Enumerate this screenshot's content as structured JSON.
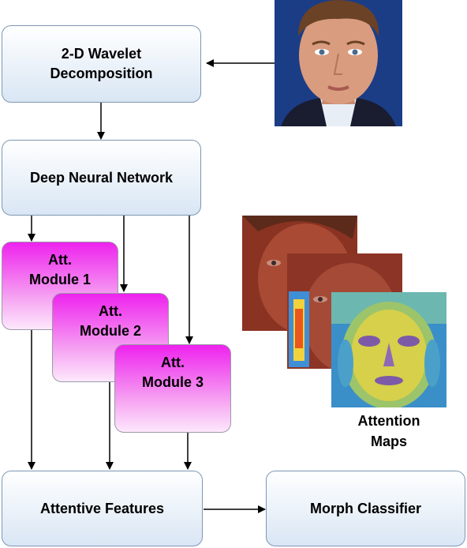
{
  "boxes": {
    "wavelet": "2-D Wavelet\nDecomposition",
    "dnn": "Deep Neural Network",
    "att1": "Att.\nModule 1",
    "att2": "Att.\nModule 2",
    "att3": "Att.\nModule 3",
    "features": "Attentive Features",
    "classifier": "Morph Classifier"
  },
  "attention_maps_label": "Attention\nMaps",
  "colors": {
    "box_border": "#7d97b4",
    "box_fill_top": "#ffffff",
    "box_fill_bottom": "#d9e6f4",
    "module_fill_top": "#ee22ee",
    "module_fill_bottom": "#fde8fc"
  },
  "icons": [
    "face-photo",
    "attention-map-overlay"
  ]
}
